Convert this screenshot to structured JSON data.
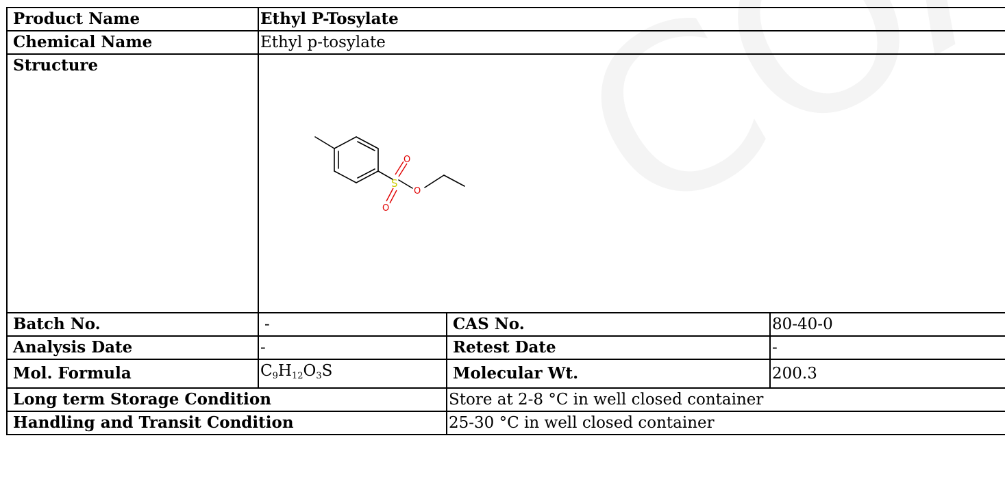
{
  "watermark": "COA",
  "product_name_label": "Product Name",
  "product_name": "Ethyl P-Tosylate",
  "chemical_name_label": "Chemical Name",
  "chemical_name": "Ethyl p-tosylate",
  "structure_label": "Structure",
  "structure_atoms": {
    "sulfur": "S",
    "oxygen_top": "O",
    "oxygen_bottom": "O",
    "oxygen_ester": "O"
  },
  "structure_colors": {
    "bond": "#000000",
    "sulfur": "#cccc00",
    "oxygen": "#e00000"
  },
  "batch_label": "Batch No.",
  "batch_value": "-",
  "cas_label": "CAS No.",
  "cas_value": "80-40-0",
  "analysis_date_label": "Analysis Date",
  "analysis_date_value": "-",
  "retest_date_label": "Retest Date",
  "retest_date_value": "-",
  "mol_formula_label": "Mol. Formula",
  "mol_formula": {
    "c": "C",
    "c_n": "9",
    "h": "H",
    "h_n": "12",
    "o": "O",
    "o_n": "3",
    "s": "S"
  },
  "mol_wt_label": "Molecular Wt.",
  "mol_wt_value": "200.3",
  "storage_label": "Long term Storage Condition",
  "storage_value": "Store at 2-8 °C in well closed container",
  "handling_label": "Handling and Transit Condition",
  "handling_value": "25-30 °C in well closed container"
}
